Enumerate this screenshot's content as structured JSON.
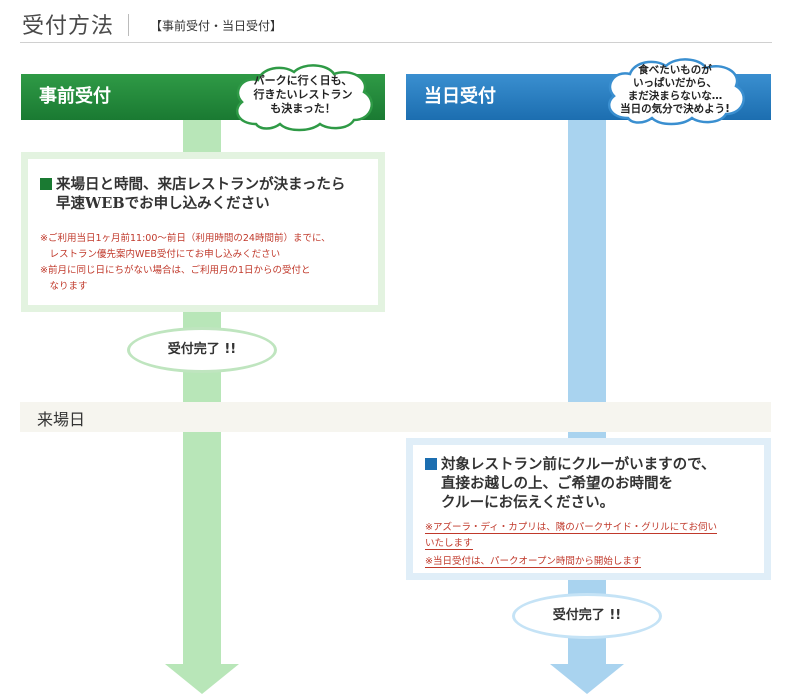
{
  "header": {
    "title": "受付方法",
    "subtitle": "【事前受付・当日受付】"
  },
  "advance": {
    "label": "事前受付",
    "cloud_lines": [
      "パークに行く日も、",
      "行きたいレストラン",
      "も決まった！"
    ],
    "heading_lines": [
      "来場日と時間、来店レストランが決まったら",
      "早速WEBでお申し込みください"
    ],
    "notes": [
      "※ご利用当日1ヶ月前11:00～前日（利用時間の24時間前）までに、",
      "　レストラン優先案内WEB受付にてお申し込みください",
      "※前月に同じ日にちがない場合は、ご利用月の1日からの受付と",
      "　なります"
    ],
    "done_label": "受付完了 !!"
  },
  "sameday": {
    "label": "当日受付",
    "cloud_lines": [
      "食べたいものが",
      "いっぱいだから、",
      "まだ決まらないな…",
      "当日の気分で決めよう!"
    ],
    "heading_lines": [
      "対象レストラン前にクルーがいますので、",
      "直接お越しの上、ご希望のお時間を",
      "クルーにお伝えください。"
    ],
    "notes": [
      "※アズーラ・ディ・カプリは、隣のパークサイド・グリルにてお伺い",
      "いたします",
      "※当日受付は、パークオープン時間から開始します"
    ],
    "done_label": "受付完了 !!"
  },
  "arrival": {
    "label": "来場日"
  },
  "colors": {
    "green": "#1a7a32",
    "blue": "#1c6eb0",
    "note_red": "#c0392b"
  }
}
